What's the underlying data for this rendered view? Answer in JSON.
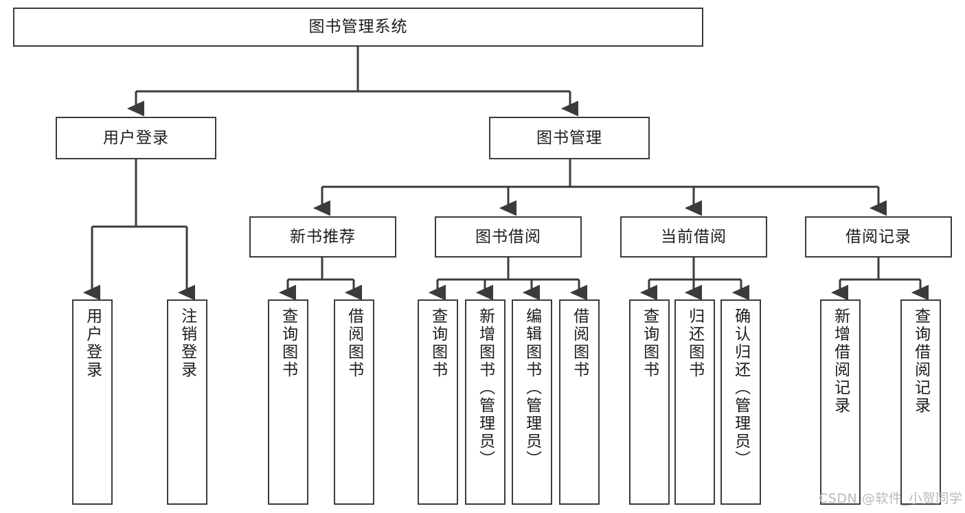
{
  "diagram": {
    "type": "tree-hierarchy-chart",
    "root": {
      "id": "root",
      "label": "图书管理系统"
    },
    "level2": [
      {
        "id": "user-login",
        "label": "用户登录"
      },
      {
        "id": "book-management",
        "label": "图书管理"
      }
    ],
    "level3": [
      {
        "id": "new-book-recommend",
        "label": "新书推荐",
        "parent": "book-management"
      },
      {
        "id": "book-borrow",
        "label": "图书借阅",
        "parent": "book-management"
      },
      {
        "id": "current-borrow",
        "label": "当前借阅",
        "parent": "book-management"
      },
      {
        "id": "borrow-record",
        "label": "借阅记录",
        "parent": "book-management"
      }
    ],
    "leaves": [
      {
        "id": "leaf-user-login",
        "label": "用户登录",
        "parent": "user-login"
      },
      {
        "id": "leaf-user-logout",
        "label": "注销登录",
        "parent": "user-login"
      },
      {
        "id": "leaf-query-book-1",
        "label": "查询图书",
        "parent": "new-book-recommend"
      },
      {
        "id": "leaf-borrow-book-1",
        "label": "借阅图书",
        "parent": "new-book-recommend"
      },
      {
        "id": "leaf-query-book-2",
        "label": "查询图书",
        "parent": "book-borrow"
      },
      {
        "id": "leaf-add-book",
        "label": "新增图书（管理员）",
        "parent": "book-borrow"
      },
      {
        "id": "leaf-edit-book",
        "label": "编辑图书（管理员）",
        "parent": "book-borrow"
      },
      {
        "id": "leaf-borrow-book-2",
        "label": "借阅图书",
        "parent": "book-borrow"
      },
      {
        "id": "leaf-query-book-3",
        "label": "查询图书",
        "parent": "current-borrow"
      },
      {
        "id": "leaf-return-book",
        "label": "归还图书",
        "parent": "current-borrow"
      },
      {
        "id": "leaf-confirm-return",
        "label": "确认归还（管理员）",
        "parent": "current-borrow"
      },
      {
        "id": "leaf-add-record",
        "label": "新增借阅记录",
        "parent": "borrow-record"
      },
      {
        "id": "leaf-query-record",
        "label": "查询借阅记录",
        "parent": "borrow-record"
      }
    ]
  },
  "watermark": {
    "text": "CSDN @软件_小贺同学"
  },
  "colors": {
    "border": "#3b3b3b",
    "text": "#1c1c1c",
    "background": "#ffffff",
    "connector": "#3b3b3b",
    "watermark": "#b9b9b9"
  }
}
